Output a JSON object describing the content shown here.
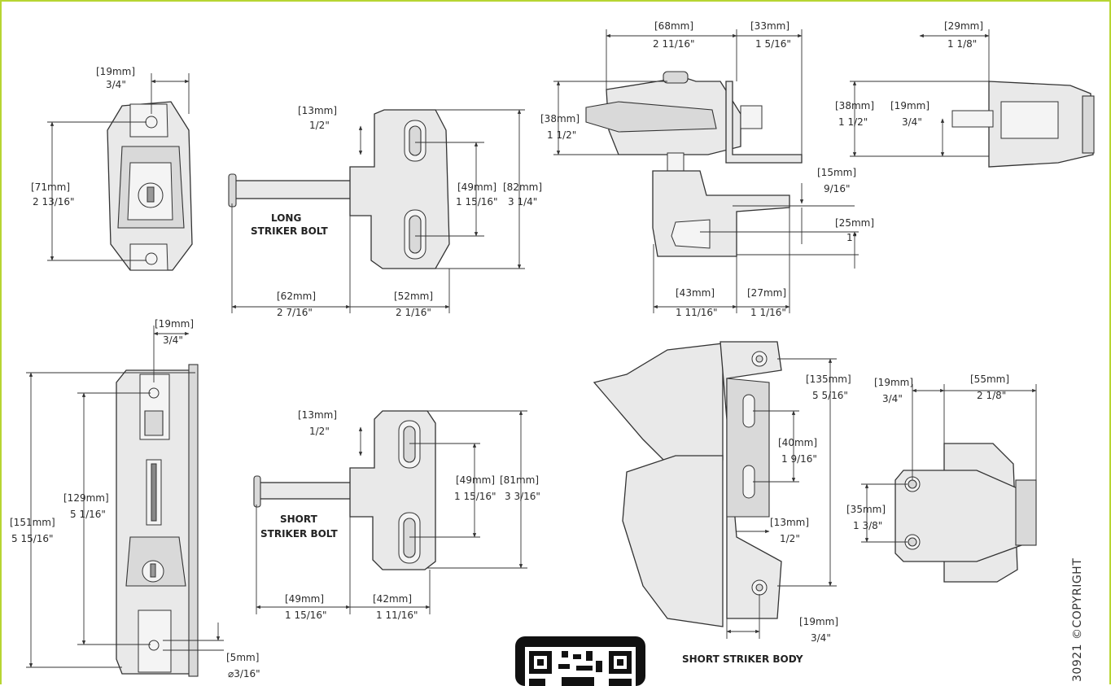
{
  "labels": {
    "long_striker_bolt": [
      "LONG",
      "STRIKER BOLT"
    ],
    "short_striker_bolt": [
      "SHORT",
      "STRIKER BOLT"
    ],
    "short_striker_body": "SHORT STRIKER BODY",
    "copyright": "30921  ©COPYRIGHT"
  },
  "dims": {
    "lock_top_width": [
      "[19mm]",
      "3/4\""
    ],
    "lock_height": [
      "[71mm]",
      "2 13/16\""
    ],
    "long_slot": [
      "[13mm]",
      "1/2\""
    ],
    "long_holes": [
      "[49mm]",
      "1 15/16\""
    ],
    "long_height": [
      "[82mm]",
      "3 1/4\""
    ],
    "long_bolt_len": [
      "[62mm]",
      "2 7/16\""
    ],
    "long_body_len": [
      "[52mm]",
      "2 1/16\""
    ],
    "top_side_a": [
      "[68mm]",
      "2 11/16\""
    ],
    "top_side_b": [
      "[33mm]",
      "1 5/16\""
    ],
    "top_side_h": [
      "[38mm]",
      "1 1/2\""
    ],
    "top_right_w": [
      "[29mm]",
      "1 1/8\""
    ],
    "top_right_h": [
      "[38mm]",
      "1 1/2\""
    ],
    "top_right_h2": [
      "[19mm]",
      "3/4\""
    ],
    "mid_a": [
      "[15mm]",
      "9/16\""
    ],
    "mid_b": [
      "[25mm]",
      "1\""
    ],
    "mid_c": [
      "[43mm]",
      "1 11/16\""
    ],
    "mid_d": [
      "[27mm]",
      "1 1/16\""
    ],
    "long_lock_w": [
      "[19mm]",
      "3/4\""
    ],
    "long_lock_h": [
      "[151mm]",
      "5 15/16\""
    ],
    "long_lock_holes": [
      "[129mm]",
      "5 1/16\""
    ],
    "long_lock_hole": [
      "[5mm]",
      "⌀3/16\""
    ],
    "short_slot": [
      "[13mm]",
      "1/2\""
    ],
    "short_holes": [
      "[49mm]",
      "1 15/16\""
    ],
    "short_height": [
      "[81mm]",
      "3 3/16\""
    ],
    "short_bolt_len": [
      "[49mm]",
      "1 15/16\""
    ],
    "short_body_len": [
      "[42mm]",
      "1 11/16\""
    ],
    "body_h": [
      "[135mm]",
      "5 5/16\""
    ],
    "body_slot": [
      "[40mm]",
      "1 9/16\""
    ],
    "body_gap": [
      "[13mm]",
      "1/2\""
    ],
    "body_w": [
      "[19mm]",
      "3/4\""
    ],
    "right_a": [
      "[19mm]",
      "3/4\""
    ],
    "right_b": [
      "[55mm]",
      "2 1/8\""
    ],
    "right_c": [
      "[35mm]",
      "1 3/8\""
    ]
  }
}
